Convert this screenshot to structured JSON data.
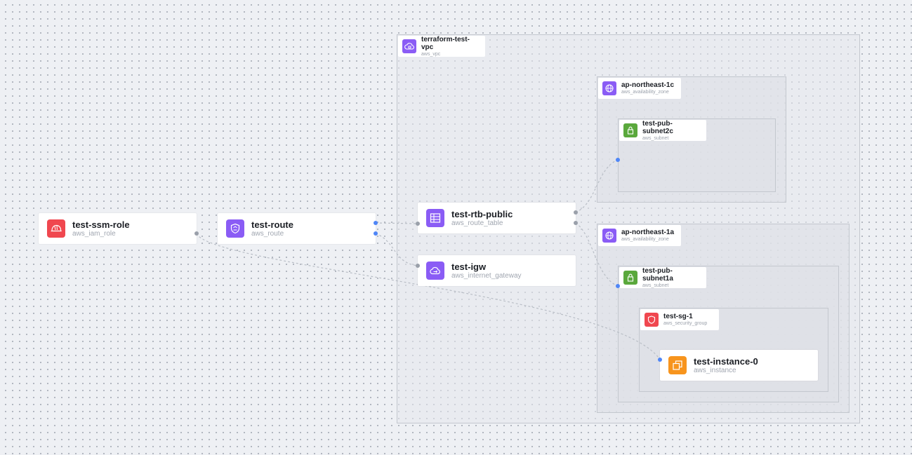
{
  "groups": {
    "vpc": {
      "name": "terraform-test-vpc",
      "type": "aws_vpc",
      "icon": "vpc-cloud-icon",
      "color": "#8a5cf5"
    },
    "az_1c": {
      "name": "ap-northeast-1c",
      "type": "aws_availability_zone",
      "icon": "globe-icon",
      "color": "#8a5cf5"
    },
    "subnet_2c": {
      "name": "test-pub-subnet2c",
      "type": "aws_subnet",
      "icon": "lock-icon",
      "color": "#5aa83c"
    },
    "az_1a": {
      "name": "ap-northeast-1a",
      "type": "aws_availability_zone",
      "icon": "globe-icon",
      "color": "#8a5cf5"
    },
    "subnet_1a": {
      "name": "test-pub-subnet1a",
      "type": "aws_subnet",
      "icon": "lock-icon",
      "color": "#5aa83c"
    },
    "sg": {
      "name": "test-sg-1",
      "type": "aws_security_group",
      "icon": "shield-icon",
      "color": "#f0474f"
    }
  },
  "nodes": {
    "iam_role": {
      "name": "test-ssm-role",
      "type": "aws_iam_role",
      "icon": "helmet-icon",
      "color": "#f0474f"
    },
    "route": {
      "name": "test-route",
      "type": "aws_route",
      "icon": "route-shield-icon",
      "color": "#8a5cf5"
    },
    "rtb": {
      "name": "test-rtb-public",
      "type": "aws_route_table",
      "icon": "table-icon",
      "color": "#8a5cf5"
    },
    "igw": {
      "name": "test-igw",
      "type": "aws_internet_gateway",
      "icon": "cloud-gateway-icon",
      "color": "#8a5cf5"
    },
    "instance": {
      "name": "test-instance-0",
      "type": "aws_instance",
      "icon": "instance-icon",
      "color": "#f7941d"
    }
  },
  "edges": [
    {
      "from": "route",
      "to": "rtb"
    },
    {
      "from": "route",
      "to": "igw"
    },
    {
      "from": "rtb",
      "to": "subnet_2c"
    },
    {
      "from": "rtb",
      "to": "subnet_1a"
    },
    {
      "from": "iam_role",
      "to": "instance"
    }
  ]
}
